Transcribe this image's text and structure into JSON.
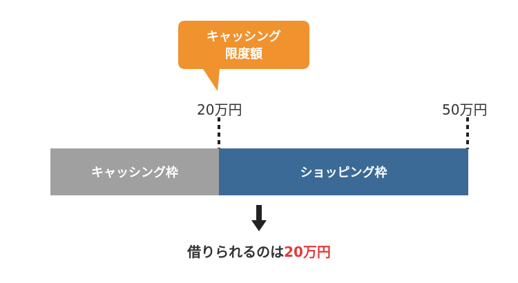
{
  "callout": {
    "line1": "キャッシング",
    "line2": "限度額",
    "color": "#f0922e"
  },
  "markers": {
    "left_label": "20万円",
    "right_label": "50万円"
  },
  "bars": {
    "cashing_label": "キャッシング枠",
    "cashing_color": "#a0a0a0",
    "shopping_label": "ショッピング枠",
    "shopping_color": "#3b6a96"
  },
  "arrow": {
    "icon": "down-arrow-icon"
  },
  "result": {
    "prefix": "借りられるのは",
    "highlight": "20万円",
    "highlight_color": "#e03c3c"
  }
}
